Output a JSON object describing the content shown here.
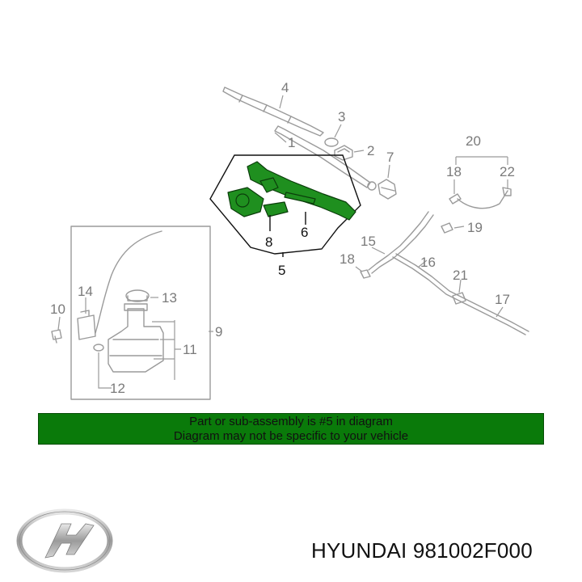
{
  "diagram": {
    "callouts": [
      {
        "id": "1",
        "text": "1",
        "highlight": false
      },
      {
        "id": "2",
        "text": "2",
        "highlight": false
      },
      {
        "id": "3",
        "text": "3",
        "highlight": false
      },
      {
        "id": "4",
        "text": "4",
        "highlight": false
      },
      {
        "id": "5",
        "text": "5",
        "highlight": true
      },
      {
        "id": "6",
        "text": "6",
        "highlight": true
      },
      {
        "id": "7",
        "text": "7",
        "highlight": false
      },
      {
        "id": "8",
        "text": "8",
        "highlight": true
      },
      {
        "id": "9",
        "text": "9",
        "highlight": false
      },
      {
        "id": "10",
        "text": "10",
        "highlight": false
      },
      {
        "id": "11",
        "text": "11",
        "highlight": false
      },
      {
        "id": "12",
        "text": "12",
        "highlight": false
      },
      {
        "id": "13",
        "text": "13",
        "highlight": false
      },
      {
        "id": "14",
        "text": "14",
        "highlight": false
      },
      {
        "id": "15",
        "text": "15",
        "highlight": false
      },
      {
        "id": "16",
        "text": "16",
        "highlight": false
      },
      {
        "id": "17",
        "text": "17",
        "highlight": false
      },
      {
        "id": "18a",
        "text": "18",
        "highlight": false
      },
      {
        "id": "18b",
        "text": "18",
        "highlight": false
      },
      {
        "id": "19",
        "text": "19",
        "highlight": false
      },
      {
        "id": "20",
        "text": "20",
        "highlight": false
      },
      {
        "id": "21",
        "text": "21",
        "highlight": false
      },
      {
        "id": "22",
        "text": "22",
        "highlight": false
      }
    ]
  },
  "banner": {
    "line1": "Part or sub-assembly is #5 in diagram",
    "line2": "Diagram may not be specific to your vehicle"
  },
  "brand": {
    "logo_icon": "hyundai-logo-icon",
    "caption": "HYUNDAI 981002F000"
  },
  "colors": {
    "highlight_part": "#1f8f1f",
    "banner": "#0a7a0a",
    "line_art": "#9a9a9a"
  }
}
